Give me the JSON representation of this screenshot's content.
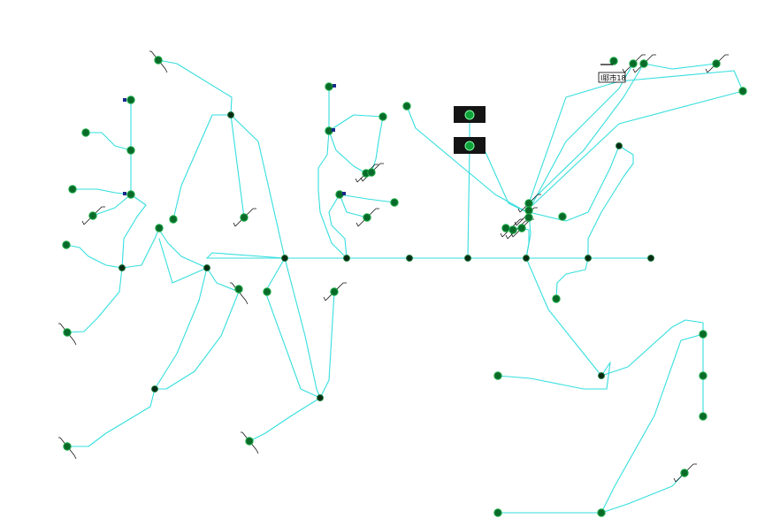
{
  "diagram": {
    "kind": "distribution-network",
    "colors": {
      "background": "#ffffff",
      "line": "#36dede",
      "node_fill": "#0a6a2a",
      "node_fill_bright": "#1fb04a",
      "node_stroke": "#063a18",
      "junction": "#0b2a14",
      "station_box": "#141414",
      "station_node": "#0fa13a",
      "station_node_ring": "#7dffa0",
      "stub": "#111111",
      "switch_mark": "#1a2a8a",
      "label": "#000000"
    },
    "icons": {
      "load_node": "filled-circle",
      "junction": "small-dot",
      "substation": "black-box-with-circle",
      "endpoint_stub": "diagonal-hook-stub",
      "switch": "small-square-marker"
    },
    "labels": {
      "top_right_tag": "Ι耶市18"
    }
  }
}
